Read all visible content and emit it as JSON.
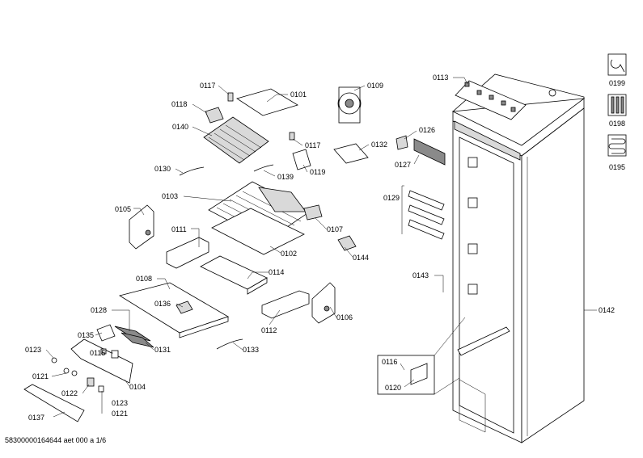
{
  "document": {
    "number": "58300000164644 aet 000 a 1/6"
  },
  "part_labels": [
    {
      "id": "p0117a",
      "text": "0117"
    },
    {
      "id": "p0101",
      "text": "0101"
    },
    {
      "id": "p0109",
      "text": "0109"
    },
    {
      "id": "p0113",
      "text": "0113"
    },
    {
      "id": "p0118",
      "text": "0118"
    },
    {
      "id": "p0140",
      "text": "0140"
    },
    {
      "id": "p0117b",
      "text": "0117"
    },
    {
      "id": "p0132",
      "text": "0132"
    },
    {
      "id": "p0126",
      "text": "0126"
    },
    {
      "id": "p0127",
      "text": "0127"
    },
    {
      "id": "p0119",
      "text": "0119"
    },
    {
      "id": "p0130",
      "text": "0130"
    },
    {
      "id": "p0139",
      "text": "0139"
    },
    {
      "id": "p0103",
      "text": "0103"
    },
    {
      "id": "p0129",
      "text": "0129"
    },
    {
      "id": "p0105",
      "text": "0105"
    },
    {
      "id": "p0107",
      "text": "0107"
    },
    {
      "id": "p0111",
      "text": "0111"
    },
    {
      "id": "p0102",
      "text": "0102"
    },
    {
      "id": "p0144",
      "text": "0144"
    },
    {
      "id": "p0114",
      "text": "0114"
    },
    {
      "id": "p0143",
      "text": "0143"
    },
    {
      "id": "p0108",
      "text": "0108"
    },
    {
      "id": "p0136",
      "text": "0136"
    },
    {
      "id": "p0128",
      "text": "0128"
    },
    {
      "id": "p0106",
      "text": "0106"
    },
    {
      "id": "p0142",
      "text": "0142"
    },
    {
      "id": "p0112",
      "text": "0112"
    },
    {
      "id": "p0135",
      "text": "0135"
    },
    {
      "id": "p0131",
      "text": "0131"
    },
    {
      "id": "p0123a",
      "text": "0123"
    },
    {
      "id": "p0115",
      "text": "0115"
    },
    {
      "id": "p0133",
      "text": "0133"
    },
    {
      "id": "p0116",
      "text": "0116"
    },
    {
      "id": "p0121a",
      "text": "0121"
    },
    {
      "id": "p0104",
      "text": "0104"
    },
    {
      "id": "p0120",
      "text": "0120"
    },
    {
      "id": "p0122",
      "text": "0122"
    },
    {
      "id": "p0123b",
      "text": "0123"
    },
    {
      "id": "p0137",
      "text": "0137"
    },
    {
      "id": "p0121b",
      "text": "0121"
    }
  ],
  "side_icons": [
    {
      "name": "wrench-icon",
      "label": "0199"
    },
    {
      "name": "tools-icon",
      "label": "0198"
    },
    {
      "name": "coil-icon",
      "label": "0195"
    }
  ]
}
